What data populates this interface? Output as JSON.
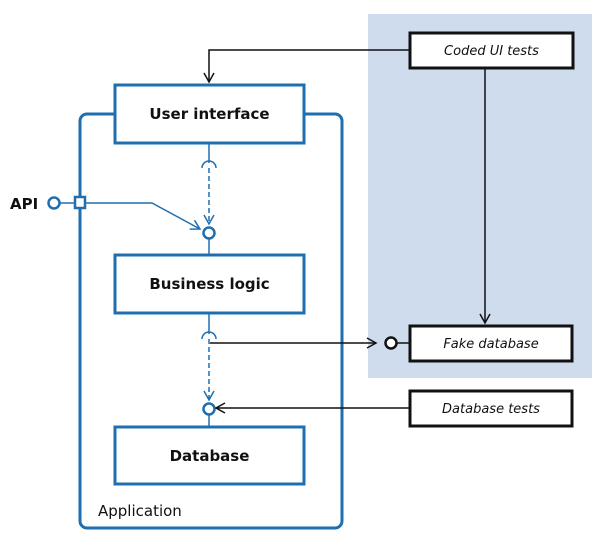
{
  "diagram": {
    "colors": {
      "component_stroke": "#1f6fb0",
      "test_stroke": "#111111",
      "shaded_region": "#cfdcee",
      "connector": "#111111"
    },
    "application_label": "Application",
    "api_label": "API",
    "components": [
      {
        "id": "user-interface",
        "label": "User interface"
      },
      {
        "id": "business-logic",
        "label": "Business logic"
      },
      {
        "id": "database",
        "label": "Database"
      }
    ],
    "tests": [
      {
        "id": "coded-ui-tests",
        "label": "Coded UI tests"
      },
      {
        "id": "fake-database",
        "label": "Fake database"
      },
      {
        "id": "database-tests",
        "label": "Database tests"
      }
    ]
  }
}
